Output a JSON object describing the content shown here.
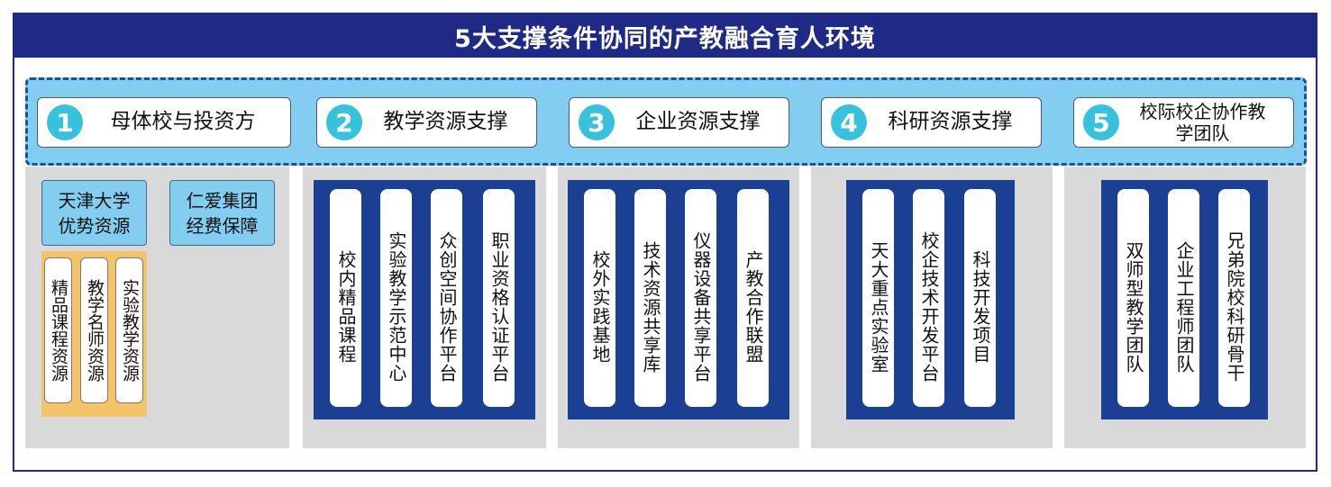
{
  "title": "5大支撑条件协同的产教融合育人环境",
  "pillars": [
    {
      "num": "1",
      "title": "母体校与投资方"
    },
    {
      "num": "2",
      "title": "教学资源支撑"
    },
    {
      "num": "3",
      "title": "企业资源支撑"
    },
    {
      "num": "4",
      "title": "科研资源支撑"
    },
    {
      "num": "5",
      "title": "校际校企协作教学团队"
    }
  ],
  "p1": {
    "box_a": "天津大学优势资源",
    "box_b": "仁爱集团经费保障",
    "sub": [
      "精品课程资源",
      "教学名师资源",
      "实验教学资源"
    ]
  },
  "p2": [
    "校内精品课程",
    "实验教学示范中心",
    "众创空间协作平台",
    "职业资格认证平台"
  ],
  "p3": [
    "校外实践基地",
    "技术资源共享库",
    "仪器设备共享平台",
    "产教合作联盟"
  ],
  "p4": [
    "天大重点实验室",
    "校企技术开发平台",
    "科技开发项目"
  ],
  "p5": [
    "双师型教学团队",
    "企业工程师团队",
    "兄弟院校科研骨干"
  ],
  "colors": {
    "navy": "#1f2a86",
    "light_blue": "#82cdf0",
    "block_blue": "#1a3f93",
    "circle_cyan": "#36c2dc",
    "orange": "#f6c468",
    "panel_gray": "#d9d9d9"
  }
}
